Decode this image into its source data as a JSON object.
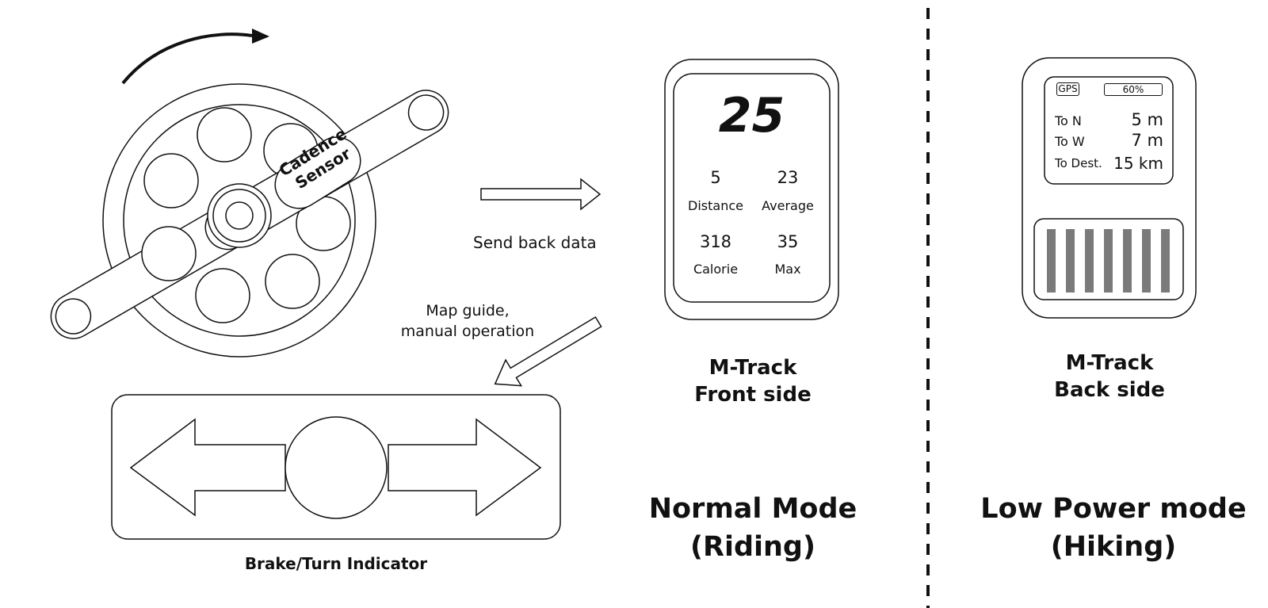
{
  "crank": {
    "sensor_line1": "Cadence",
    "sensor_line2": "Sensor"
  },
  "arrows": {
    "send_label": "Send back data",
    "map_label_line1": "Map guide,",
    "map_label_line2": "manual operation"
  },
  "indicator": {
    "caption": "Brake/Turn Indicator"
  },
  "front": {
    "speed": "25",
    "stats": [
      {
        "value": "5",
        "label": "Distance"
      },
      {
        "value": "23",
        "label": "Average"
      },
      {
        "value": "318",
        "label": "Calorie"
      },
      {
        "value": "35",
        "label": "Max"
      }
    ],
    "title_line1": "M-Track",
    "title_line2": "Front side"
  },
  "back": {
    "gps_label": "GPS",
    "battery": "60%",
    "rows": [
      {
        "label": "To N",
        "value": "5 m"
      },
      {
        "label": "To W",
        "value": "7 m"
      },
      {
        "label": "To Dest.",
        "value": "15 km"
      }
    ],
    "title_line1": "M-Track",
    "title_line2": "Back side"
  },
  "modes": {
    "normal_line1": "Normal Mode",
    "normal_line2": "(Riding)",
    "low_line1": "Low Power mode",
    "low_line2": "(Hiking)"
  }
}
